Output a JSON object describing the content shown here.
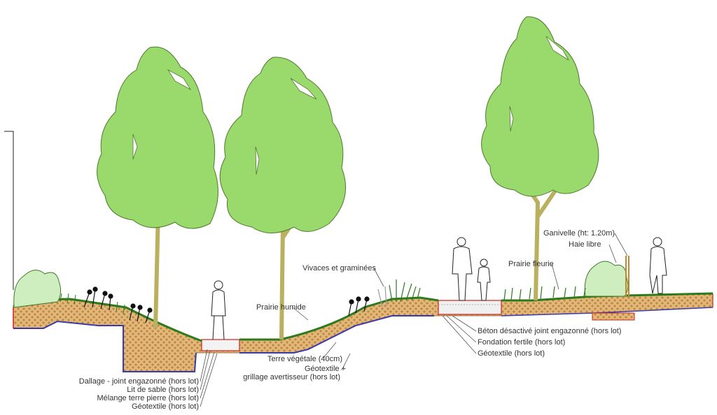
{
  "colors": {
    "foliage": "#9ad96c",
    "foliage_stroke": "#4e7a2e",
    "trunk": "#d6cf84",
    "soil": "#e3b878",
    "soil_hatch": "#b07a3c",
    "geotextile": "#3a3aa8",
    "paving_edge": "#d02020",
    "grass": "#2c7a1c",
    "perennials": "#111111",
    "person_outline": "#222222",
    "label_text": "#333333"
  },
  "labels": {
    "dallage": "Dallage - joint engazonné (hors lot)",
    "lit_sable": "Lit de sable (hors lot)",
    "melange": "Mélange terre pierre (hors lot)",
    "geotextile_left": "Géotextile (hors lot)",
    "prairie_humide": "Prairie humide",
    "vivaces": "Vivaces et graminées",
    "terre_vegetale": "Terre végétale (40cm)",
    "geotextile_grillage_1": "Géotextile +",
    "geotextile_grillage_2": "grillage avertisseur (hors lot)",
    "beton": "Béton désactivé joint engazonné (hors lot)",
    "fondation": "Fondation fertile (hors lot)",
    "geotextile_right": "Géotextile (hors lot)",
    "prairie_fleurie": "Prairie fleurie",
    "ganivelle": "Ganivelle (ht: 1.20m)",
    "haie_libre": "Haie libre"
  }
}
